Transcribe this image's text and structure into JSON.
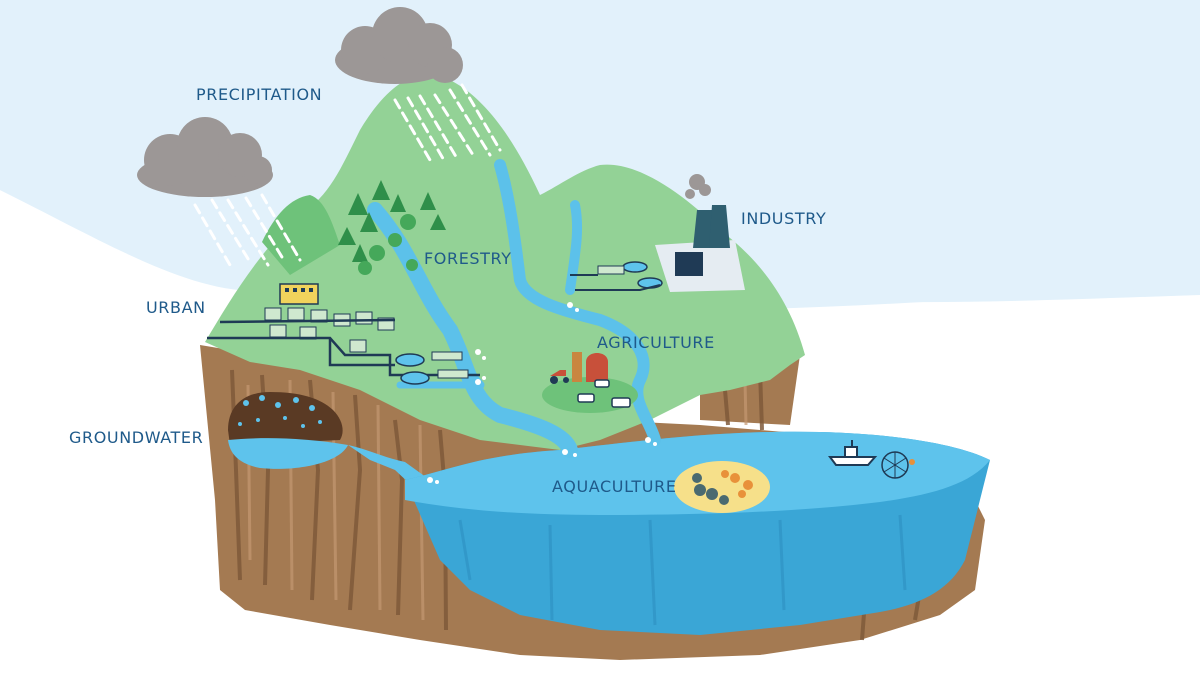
{
  "labels": {
    "precipitation": "PRECIPITATION",
    "industry": "INDUSTRY",
    "forestry": "FORESTRY",
    "urban": "URBAN",
    "agriculture": "AGRICULTURE",
    "groundwater": "GROUNDWATER",
    "aquaculture": "AQUACULTURE"
  },
  "colors": {
    "sky": "#e2f1fb",
    "label_text": "#1f5a8a",
    "land_green": "#93d296",
    "land_green_dark": "#6ec27a",
    "cliff_brown": "#a47a52",
    "cliff_shadow": "#7f5a3a",
    "water": "#5ec3ec",
    "water_deep": "#3aa6d6",
    "river": "#5cc1ea",
    "cloud": "#9c9796"
  }
}
